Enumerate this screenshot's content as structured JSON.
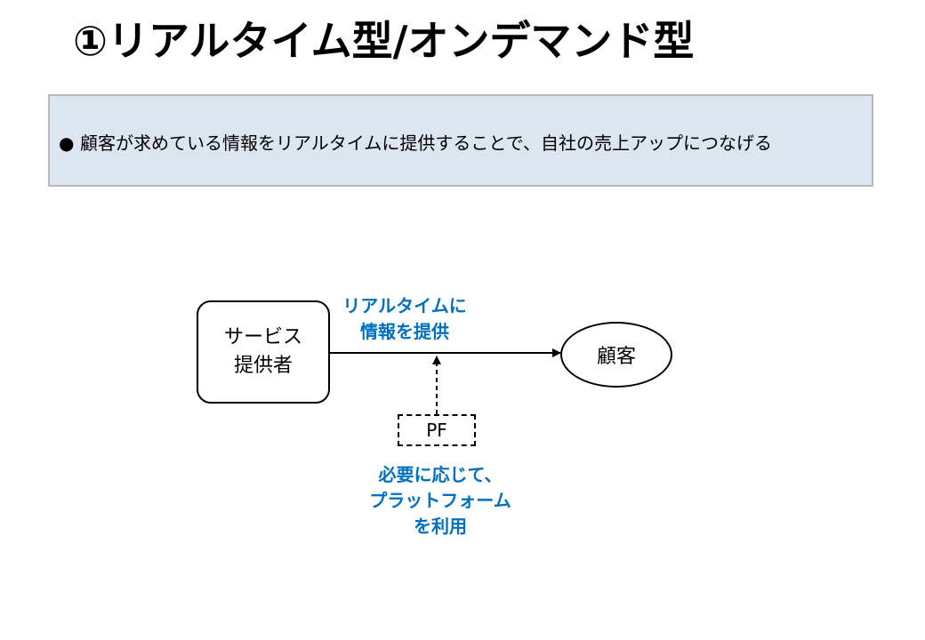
{
  "title": "①リアルタイム型/オンデマンド型",
  "summary": {
    "bullet": "●",
    "text": "顧客が求めている情報をリアルタイムに提供することで、自社の売上アップにつなげる"
  },
  "diagram": {
    "provider_lines": [
      "サービス",
      "提供者"
    ],
    "customer": "顧客",
    "arrow_label_lines": [
      "リアルタイムに",
      "情報を提供"
    ],
    "platform": "PF",
    "platform_label_lines": [
      "必要に応じて、",
      "プラットフォーム",
      "を利用"
    ],
    "label_color": "#0070c0"
  }
}
